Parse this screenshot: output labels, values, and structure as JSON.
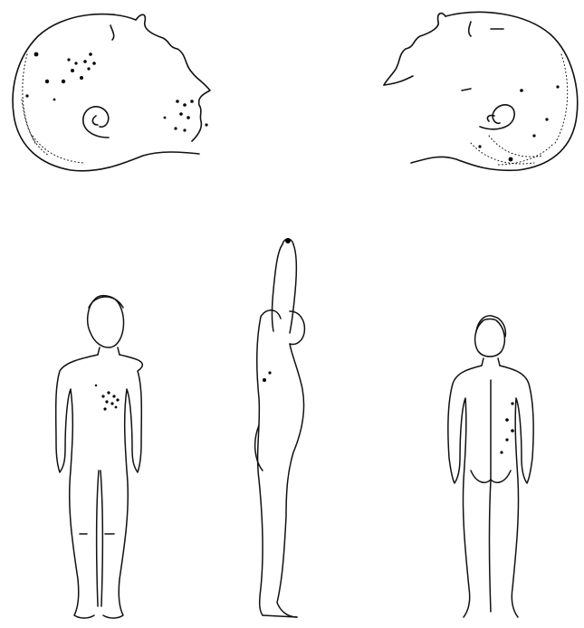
{
  "colors": {
    "background": "#ffffff",
    "ink": "#111111",
    "mark": "#000000"
  },
  "views": [
    {
      "id": "head-left-profile",
      "marks": 22
    },
    {
      "id": "head-right-profile",
      "marks": 6
    },
    {
      "id": "body-front",
      "marks": 9
    },
    {
      "id": "body-side-arm-raised",
      "marks": 3
    },
    {
      "id": "body-back",
      "marks": 5
    }
  ]
}
